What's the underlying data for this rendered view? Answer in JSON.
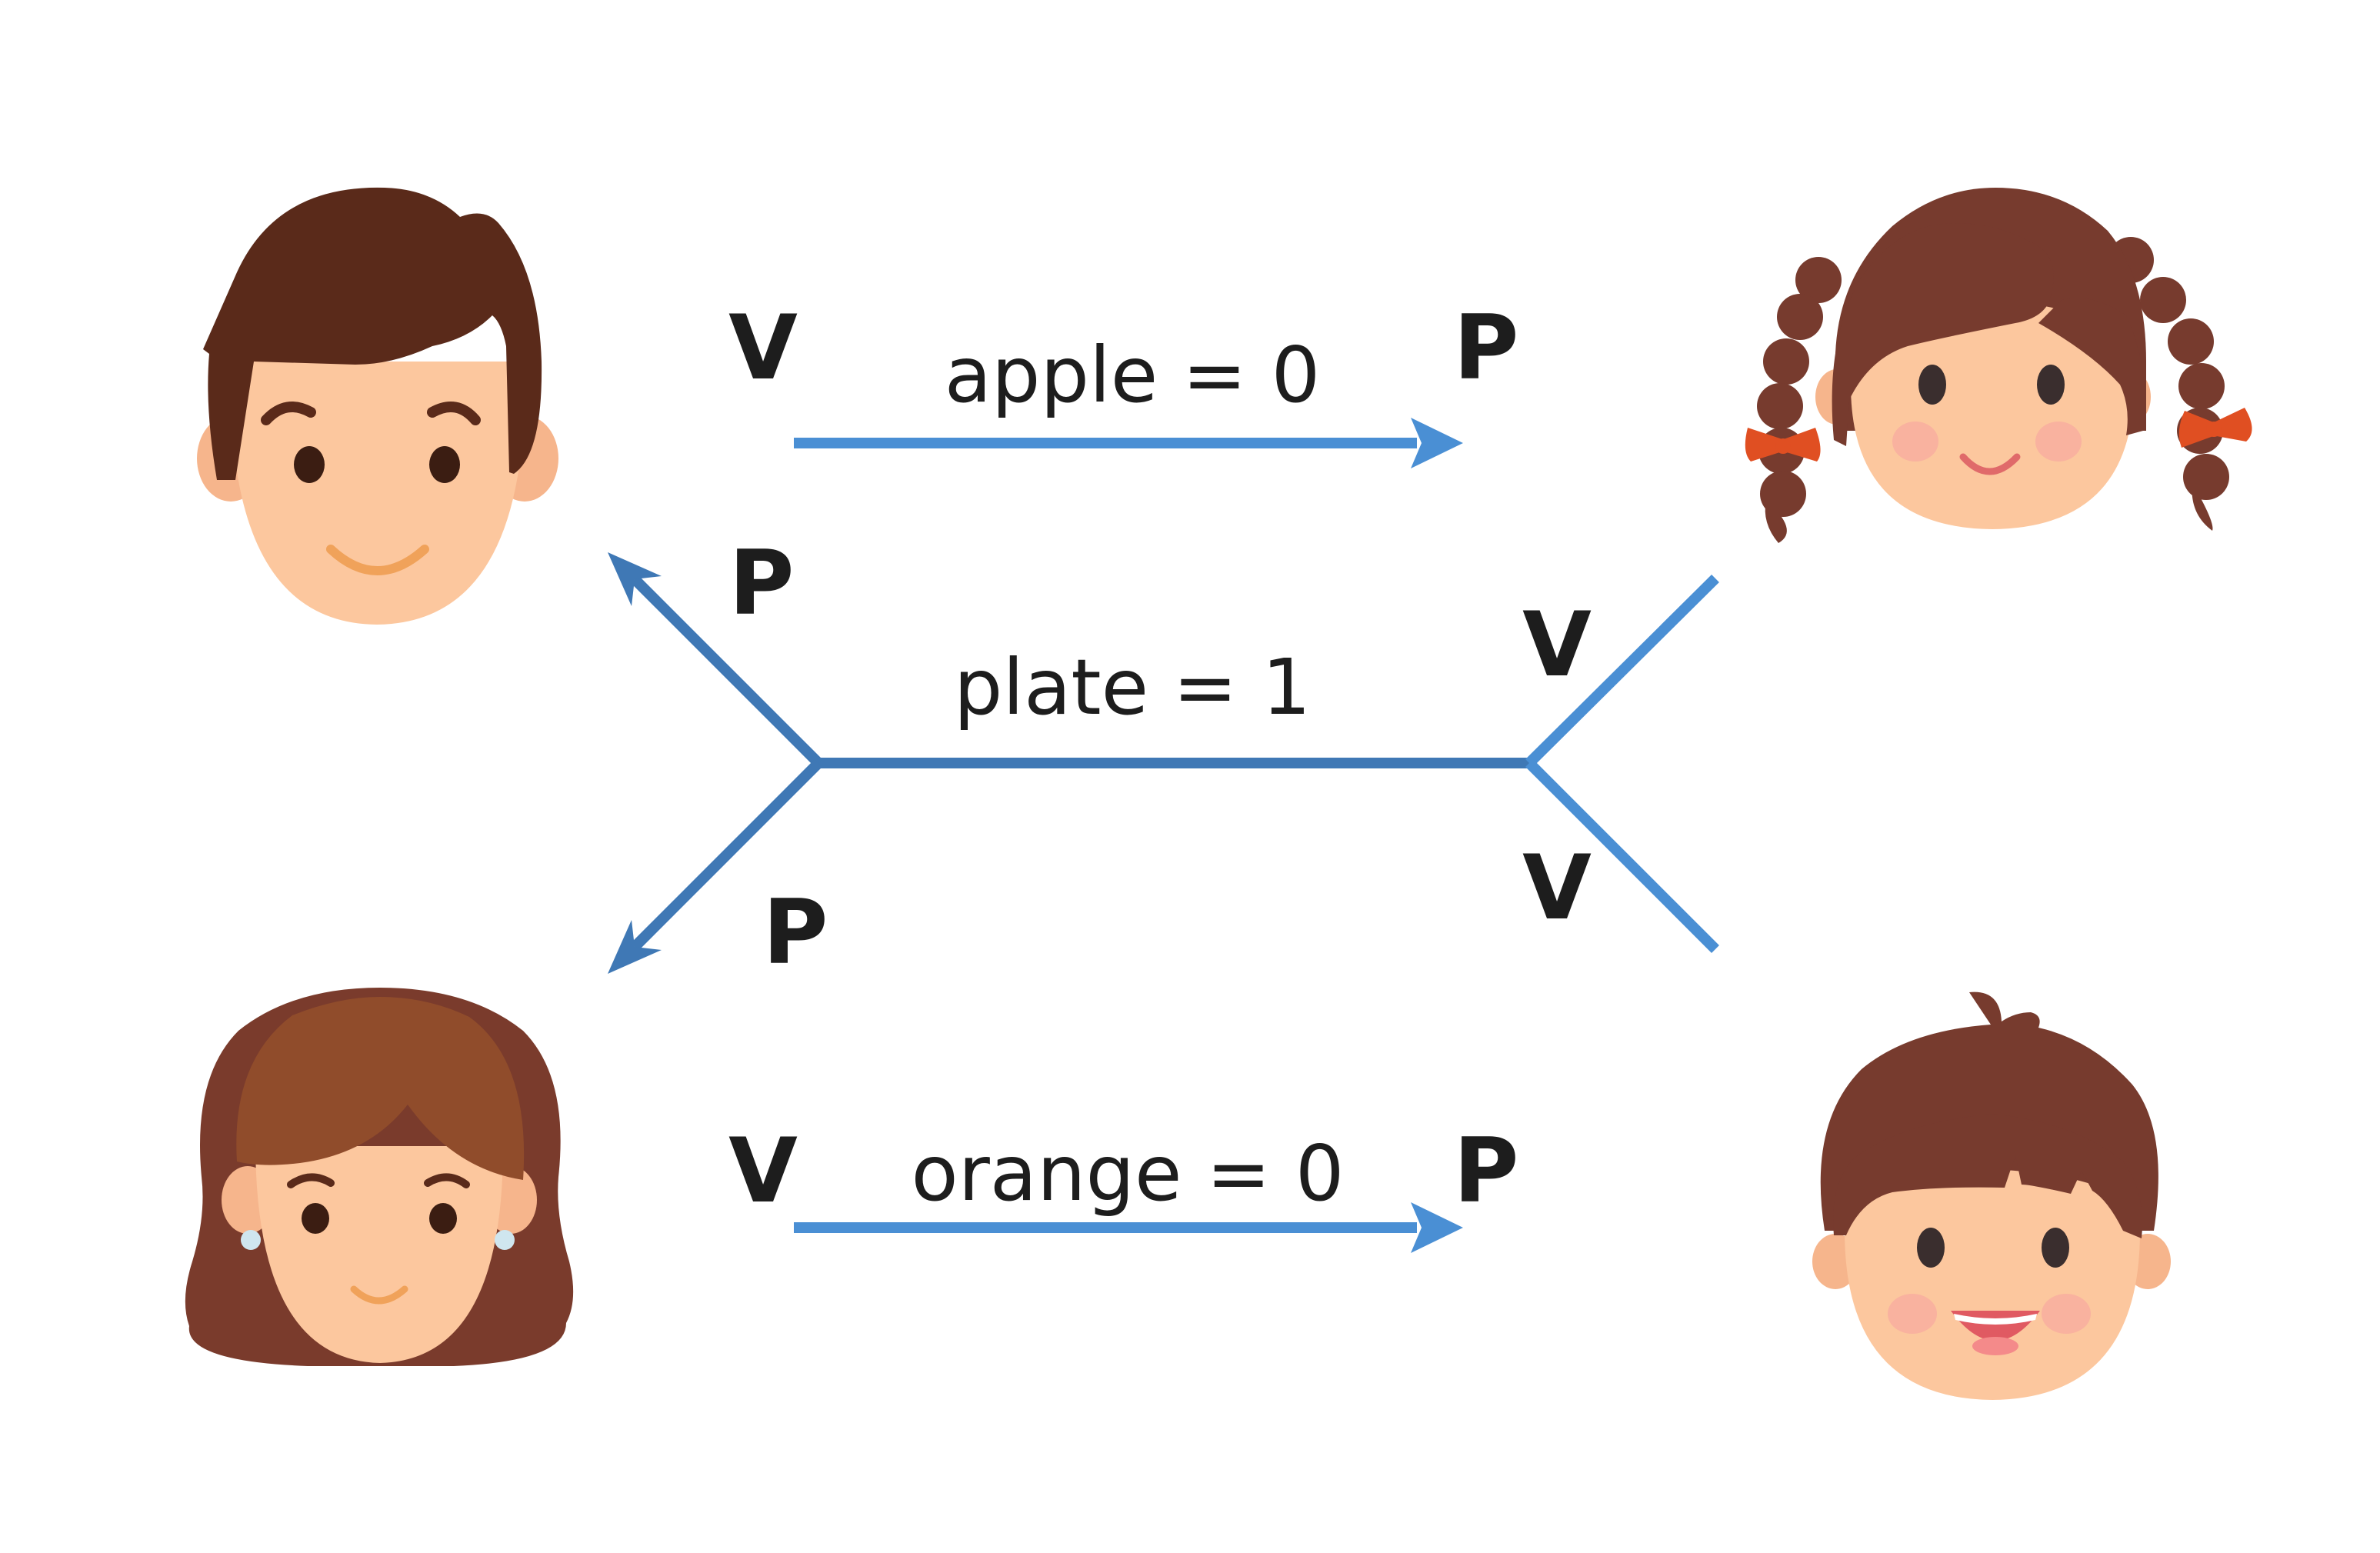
{
  "colors": {
    "arrow": "#4a8fd4",
    "arrow_dark": "#3f78b5",
    "skin": "#fcc79e",
    "dad_hair": "#5a2a1a",
    "girl_hair": "#773b2e",
    "mom_hair_outer": "#7a3b2c",
    "mom_hair_inner": "#904c2b",
    "text": "#1d1d1d"
  },
  "people": {
    "father": {
      "icon": "man-face-icon"
    },
    "mother": {
      "icon": "woman-face-icon"
    },
    "girl": {
      "icon": "girl-pigtails-face-icon"
    },
    "boy": {
      "icon": "boy-face-icon"
    }
  },
  "messages": {
    "apple": {
      "label": "apple = 0",
      "source_role": "V",
      "target_role": "P"
    },
    "plate": {
      "label": "plate = 1",
      "source_role_top": "V",
      "source_role_bottom": "V",
      "target_role_top": "P",
      "target_role_bottom": "P"
    },
    "orange": {
      "label": "orange = 0",
      "source_role": "V",
      "target_role": "P"
    }
  }
}
